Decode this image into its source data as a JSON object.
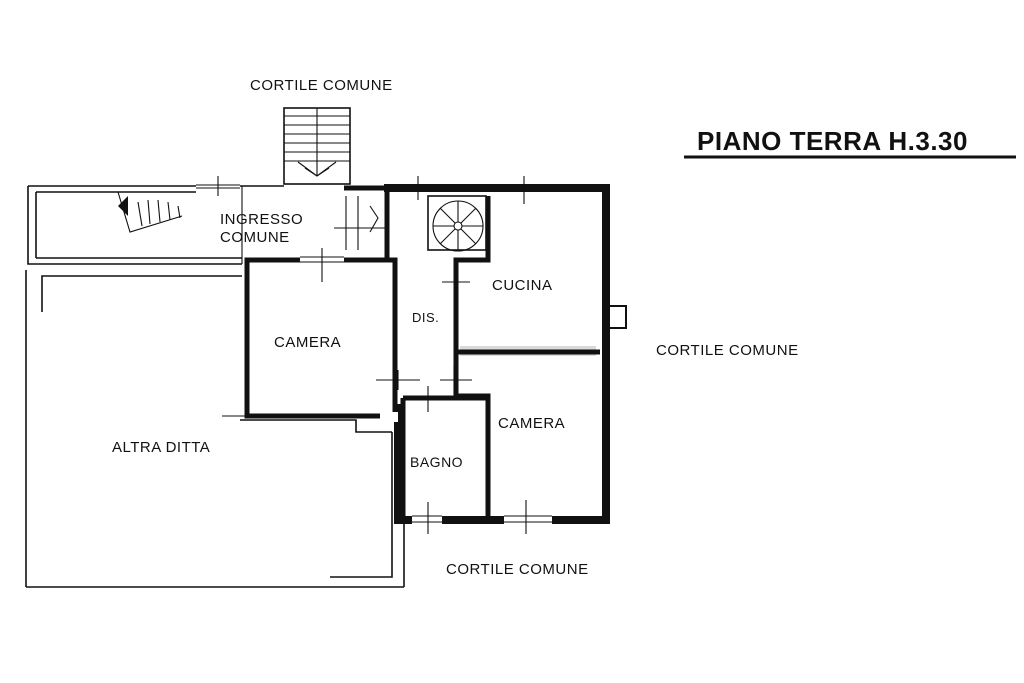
{
  "title": "PIANO TERRA  H.3.30",
  "labels": {
    "cortile_top": "CORTILE COMUNE",
    "cortile_right": "CORTILE COMUNE",
    "cortile_bottom": "CORTILE COMUNE",
    "ingresso_1": "INGRESSO",
    "ingresso_2": "COMUNE",
    "camera_left": "CAMERA",
    "dis": "DIS.",
    "cucina": "CUCINA",
    "camera_right": "CAMERA",
    "bagno": "BAGNO",
    "altra_ditta": "ALTRA DITTA"
  },
  "colors": {
    "ink": "#111111",
    "paper": "#ffffff"
  }
}
